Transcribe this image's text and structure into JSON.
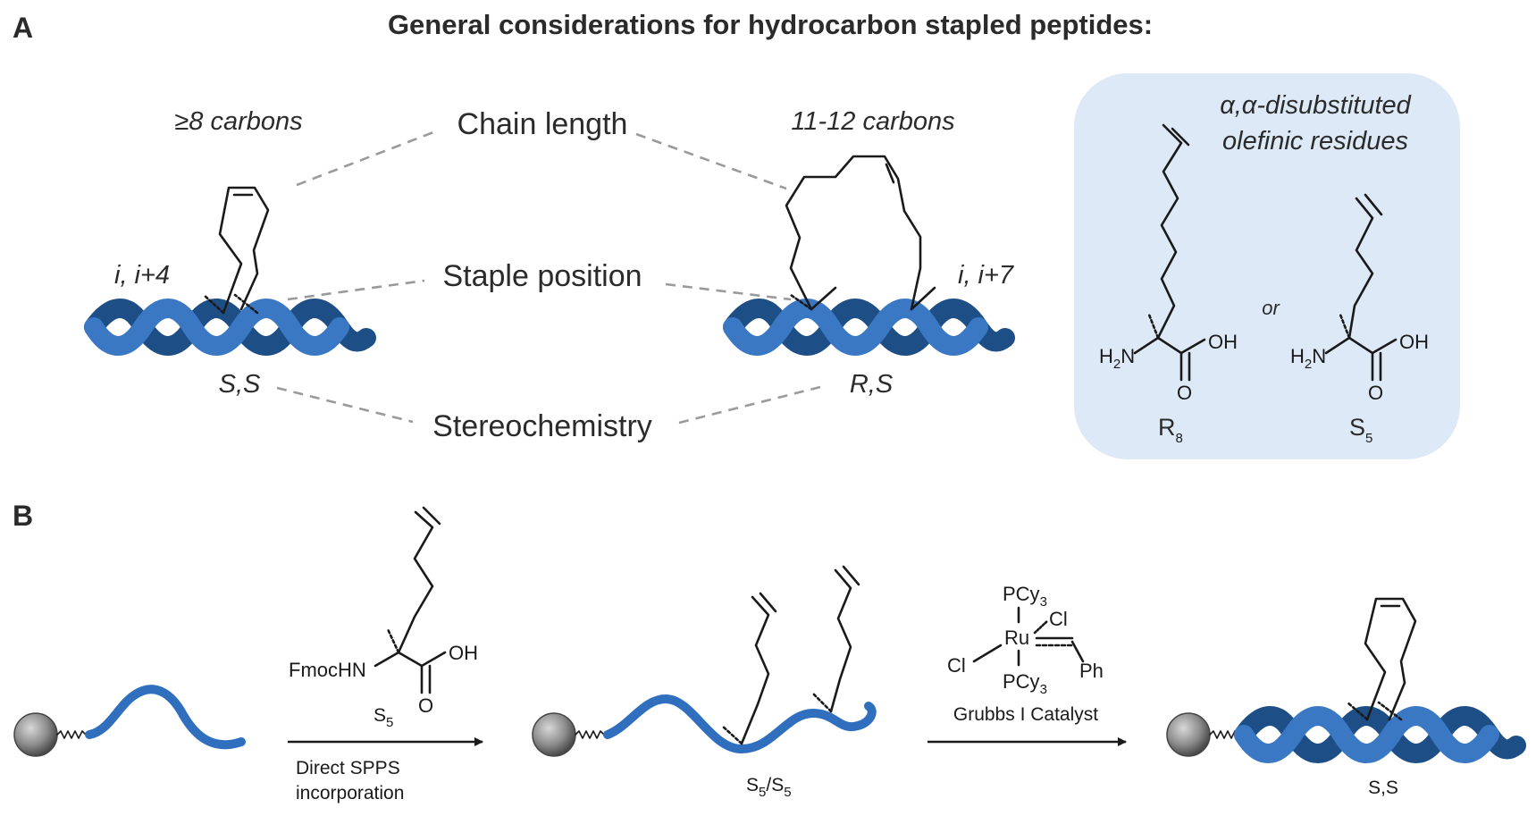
{
  "figure": {
    "title": "General considerations for hydrocarbon stapled peptides:",
    "panel_a": {
      "letter": "A",
      "considerations": [
        "Chain length",
        "Staple position",
        "Stereochemistry"
      ],
      "left": {
        "carbons": "≥8 carbons",
        "position": "i, i+4",
        "stereo": "S,S"
      },
      "right": {
        "carbons": "11-12 carbons",
        "position": "i, i+7",
        "stereo": "R,S"
      },
      "residues_box": {
        "title_line1": "α,α-disubstituted",
        "title_line2": "olefinic residues",
        "or": "or",
        "r8": {
          "name": "R",
          "sub": "8"
        },
        "s5": {
          "name": "S",
          "sub": "5"
        },
        "amine": "H",
        "amine_sub": "2",
        "amine_n": "N",
        "acid": "OH",
        "carbonyl": "O"
      }
    },
    "panel_b": {
      "letter": "B",
      "fmoc": "FmocHN",
      "acid": "OH",
      "carbonyl": "O",
      "reagent_name": "S",
      "reagent_sub": "5",
      "step1_line1": "Direct SPPS",
      "step1_line2": "incorporation",
      "intermediate": {
        "a": "S",
        "a_sub": "5",
        "sep": "/S",
        "b_sub": "5"
      },
      "catalyst": {
        "pcy": "PCy",
        "sub3": "3",
        "ru": "Ru",
        "cl": "Cl",
        "ph": "Ph",
        "name": "Grubbs I Catalyst"
      },
      "product": "S,S"
    }
  }
}
